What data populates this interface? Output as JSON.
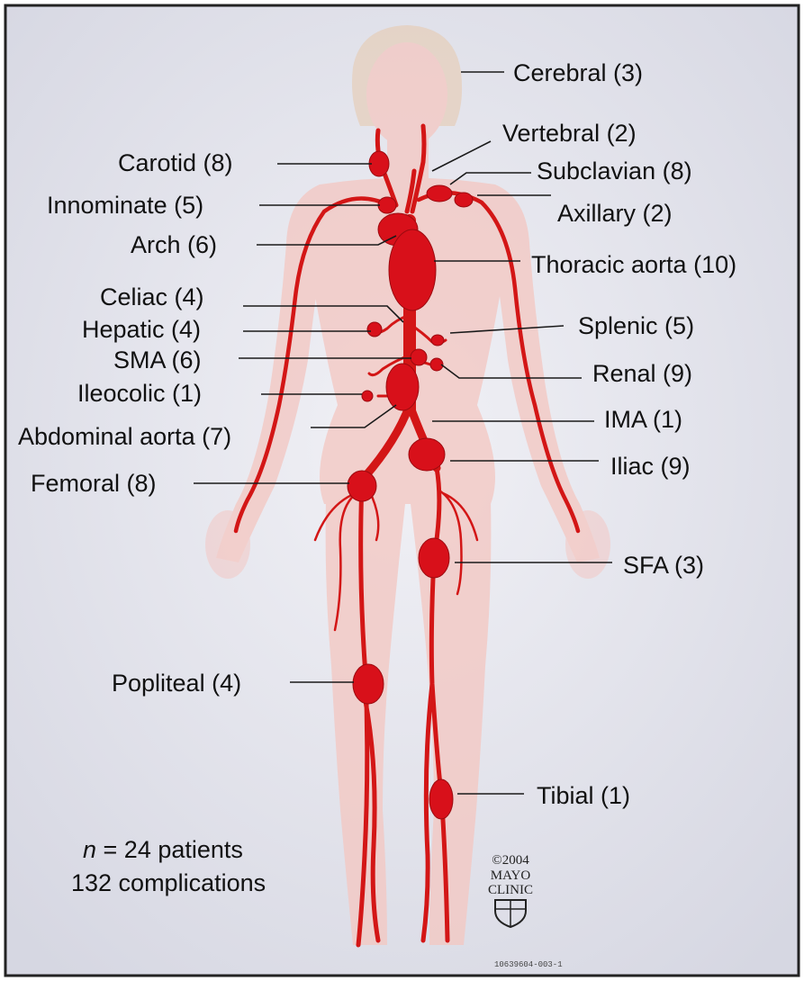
{
  "labels": {
    "cerebral": "Cerebral (3)",
    "vertebral": "Vertebral (2)",
    "carotid": "Carotid (8)",
    "subclavian": "Subclavian (8)",
    "innominate": "Innominate (5)",
    "axillary": "Axillary (2)",
    "arch": "Arch (6)",
    "thoracic_aorta": "Thoracic aorta (10)",
    "celiac": "Celiac (4)",
    "hepatic": "Hepatic (4)",
    "splenic": "Splenic (5)",
    "sma": "SMA (6)",
    "renal": "Renal (9)",
    "ileocolic": "Ileocolic (1)",
    "abdominal_aorta": "Abdominal aorta (7)",
    "ima": "IMA (1)",
    "femoral": "Femoral (8)",
    "iliac": "Iliac (9)",
    "sfa": "SFA (3)",
    "popliteal": "Popliteal (4)",
    "tibial": "Tibial (1)"
  },
  "summary": {
    "n_prefix": "n",
    "n_rest": " = 24 patients",
    "complications": "132 complications"
  },
  "logo": {
    "year": "©2004",
    "line1": "MAYO",
    "line2": "CLINIC"
  },
  "code": "10639604-003-1",
  "colors": {
    "artery": "#d31616",
    "aneurysm": "#d8101a",
    "body": "#f3c9c4",
    "background": "#dfe0ea"
  }
}
